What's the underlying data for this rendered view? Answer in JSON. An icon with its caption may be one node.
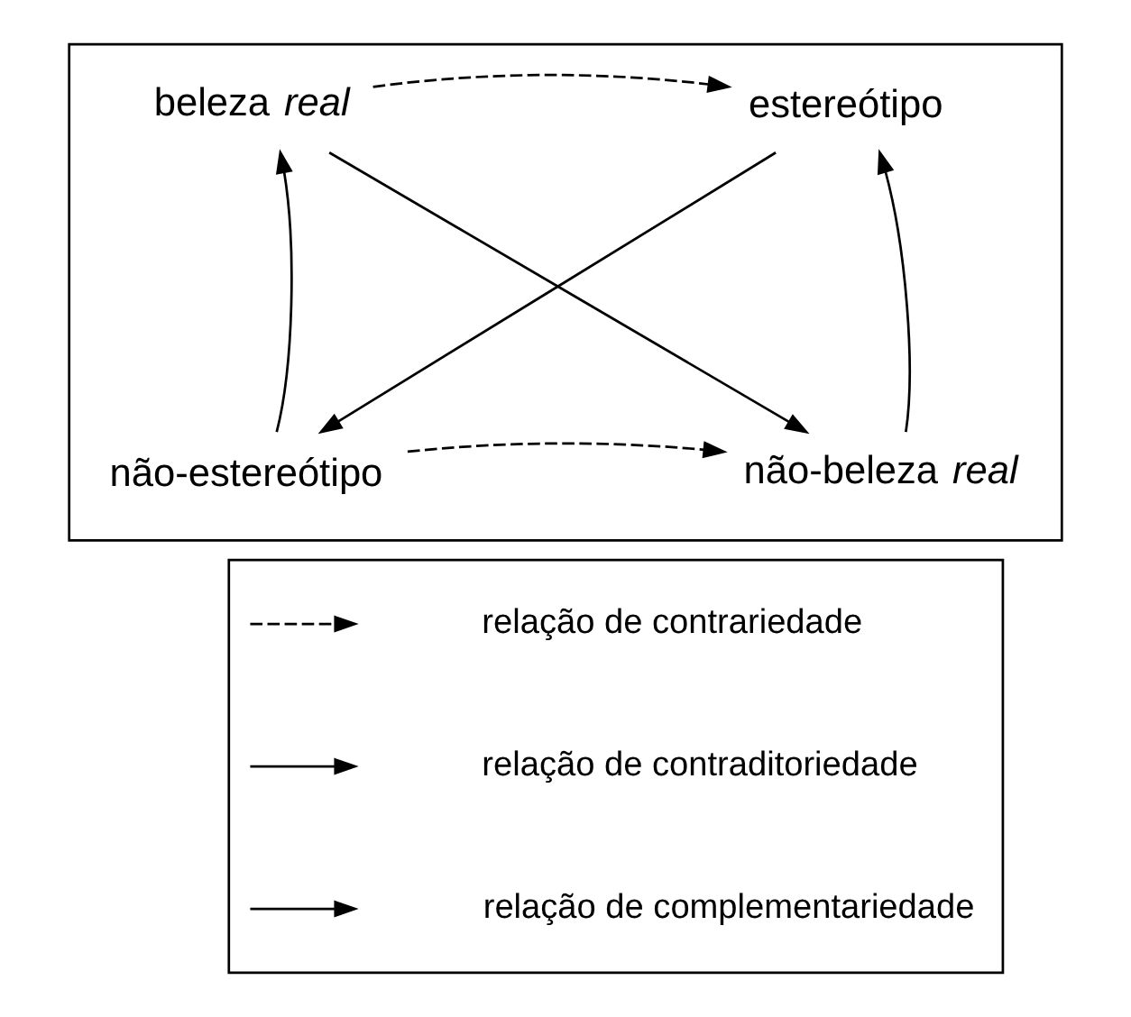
{
  "diagram": {
    "nodes": [
      {
        "text": [],
        "shape": "box"
      },
      {
        "text": [
          "beleza *real*"
        ],
        "in": 0
      },
      {
        "text": [
          "estereótipo"
        ],
        "in": 0
      },
      {
        "text": [
          "não-estereótipo"
        ],
        "in": 0
      },
      {
        "text": [
          "não-beleza *real*"
        ],
        "in": 0
      },
      {
        "text": [],
        "shape": "box"
      }
    ],
    "edges": [
      {
        "from": 1,
        "to": 2,
        "arrow": "to",
        "style": "dashed"
      },
      {
        "from": 1,
        "to": 4,
        "arrow": "to"
      },
      {
        "from": 2,
        "to": 3,
        "arrow": "to"
      },
      {
        "from": 3,
        "to": 1,
        "arrow": "to"
      },
      {
        "from": 4,
        "to": 2,
        "arrow": "to"
      },
      {
        "from": 3,
        "to": 4,
        "arrow": "to",
        "style": "dashed"
      }
    ],
    "legend": [
      {
        "text": "relação de contrariedade"
      },
      {
        "text": "relação de contraditoriedade"
      },
      {
        "text": "relação de complementariedade"
      }
    ]
  }
}
